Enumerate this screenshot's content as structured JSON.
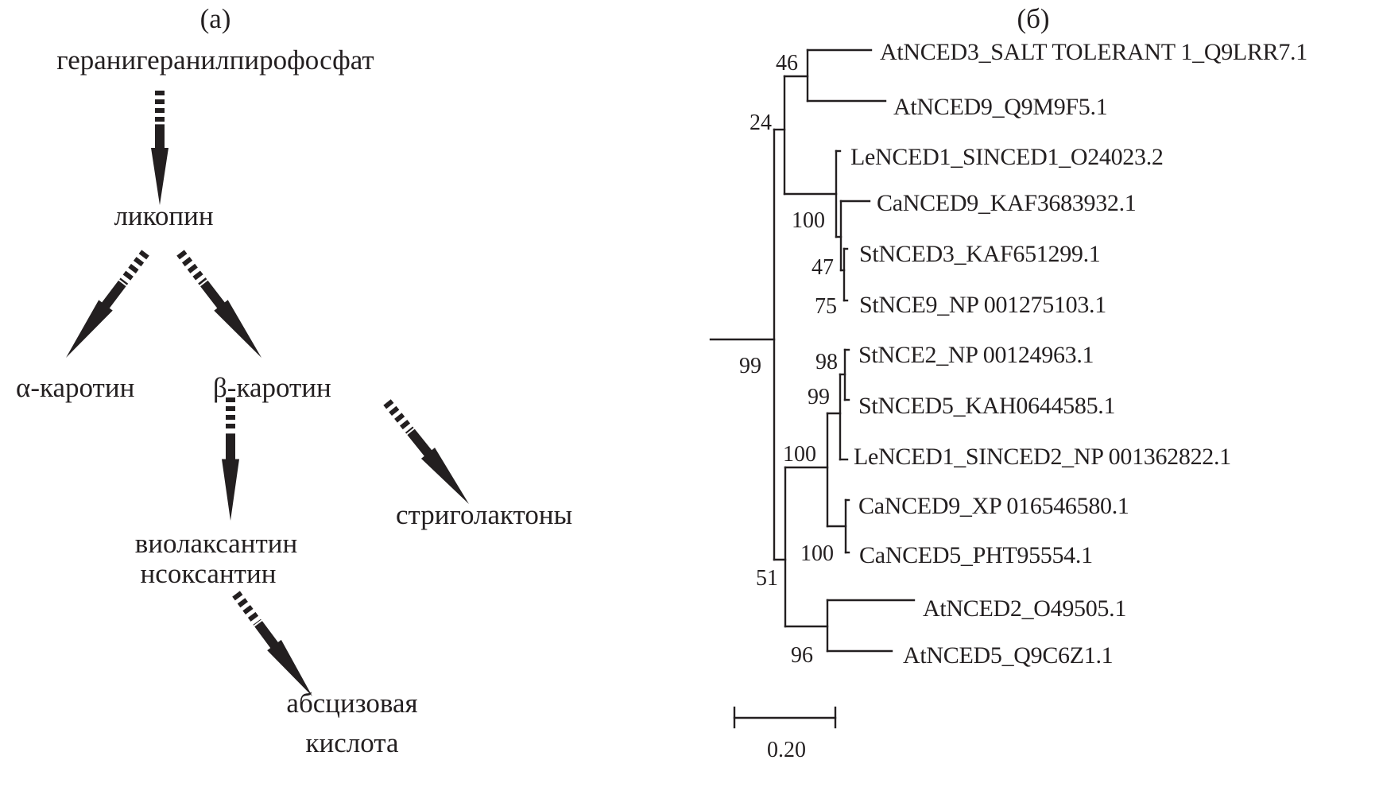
{
  "panel_a": {
    "title": "(а)",
    "compounds": {
      "ggpp": "геранигеранилпирофосфат",
      "lycopene": "ликопин",
      "alpha_carotene": "α-каротин",
      "beta_carotene": "β-каротин",
      "strigolactones": "стриголактоны",
      "violaxanthin": "виолаксантин",
      "neoxanthin": "нсоксантин",
      "aba_line1": "абсцизовая",
      "aba_line2": "кислота"
    },
    "arrows": [
      {
        "from": "ggpp",
        "to": "lycopene",
        "style": "dashed-then-solid"
      },
      {
        "from": "lycopene",
        "to": "alpha_carotene",
        "style": "dashed-then-solid"
      },
      {
        "from": "lycopene",
        "to": "beta_carotene",
        "style": "dashed-then-solid"
      },
      {
        "from": "beta_carotene",
        "to": "violaxanthin",
        "style": "dashed-then-solid"
      },
      {
        "from": "beta_carotene",
        "to": "strigolactones",
        "style": "dashed-then-solid"
      },
      {
        "from": "violaxanthin",
        "to": "aba",
        "style": "dashed-then-solid"
      }
    ]
  },
  "panel_b": {
    "title": "(б)",
    "leaves": [
      "AtNCED3_SALT TOLERANT 1_Q9LRR7.1",
      "AtNCED9_Q9M9F5.1",
      "LeNCED1_SINCED1_O24023.2",
      "CaNCED9_KAF3683932.1",
      "StNCED3_KAF651299.1",
      "StNCE9_NP 001275103.1",
      "StNCE2_NP 00124963.1",
      "StNCED5_KAH0644585.1",
      "LeNCED1_SINCED2_NP 001362822.1",
      "CaNCED9_XP 016546580.1",
      "CaNCED5_PHT95554.1",
      "AtNCED2_O49505.1",
      "AtNCED5_Q9C6Z1.1"
    ],
    "bootstrap": {
      "n46": "46",
      "n24": "24",
      "n100a": "100",
      "n47": "47",
      "n75": "75",
      "n99root": "99",
      "n98": "98",
      "n99b": "99",
      "n100b": "100",
      "n100c": "100",
      "n51": "51",
      "n96": "96"
    },
    "scale_bar": {
      "label": "0.20",
      "value": 0.2
    }
  }
}
